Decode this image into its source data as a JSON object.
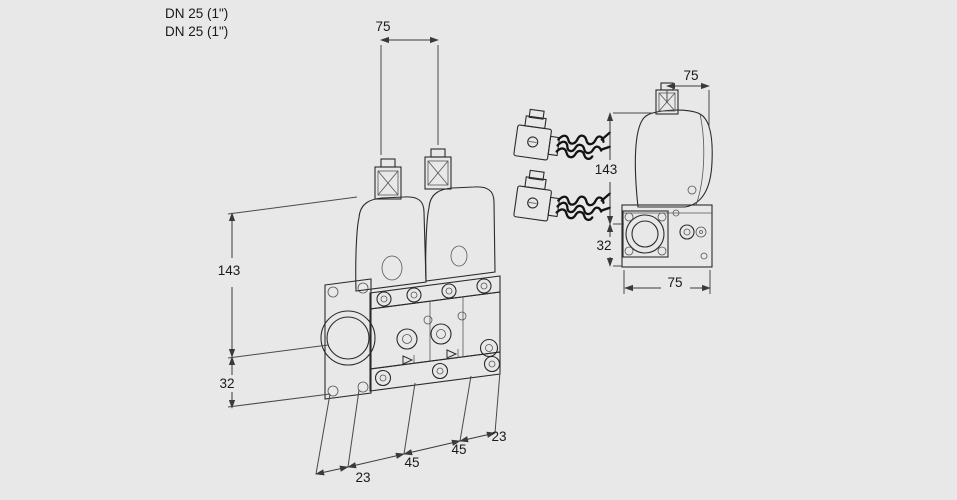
{
  "canvas": {
    "background_color": "#e8e8e8",
    "line_color": "#2b2b2b",
    "dimension_color": "#1a1a1a"
  },
  "labels": {
    "line1": "DN 25 (1\")",
    "line2": "DN 25 (1\")"
  },
  "front_view": {
    "top_width": "75",
    "height": "143",
    "flange_height": "32",
    "bottom": [
      "23",
      "45",
      "45",
      "23"
    ]
  },
  "side_view": {
    "top_width": "75",
    "height": "143",
    "flange_height": "32",
    "bottom_width": "75"
  }
}
